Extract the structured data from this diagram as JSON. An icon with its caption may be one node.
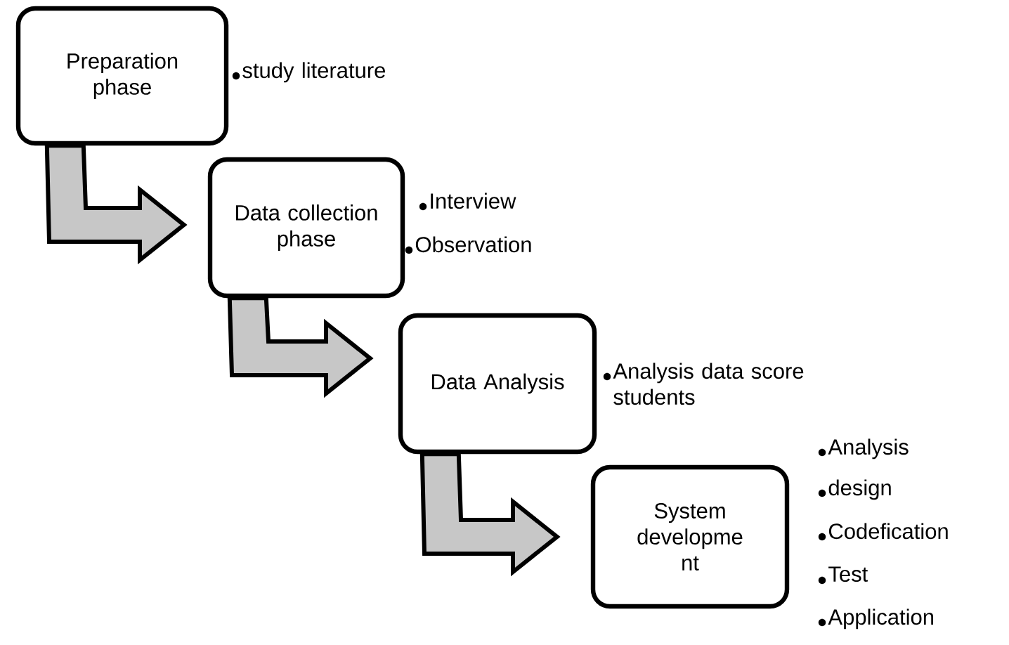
{
  "diagram": {
    "nodes": [
      {
        "text": [
          "Preparation phase"
        ],
        "beside": [
          "study literature"
        ]
      },
      {
        "text": [
          "Data collection phase"
        ],
        "beside": [
          "Interview",
          "Observation"
        ]
      },
      {
        "text": [
          "Data Analysis"
        ],
        "beside": [
          "Analysis data score students"
        ]
      },
      {
        "text": [
          "System developme nt"
        ],
        "beside": [
          "Analysis",
          "design",
          "Codefication",
          "Test",
          "Application"
        ]
      }
    ],
    "edges": [
      {
        "from": 0,
        "to": 1,
        "arrow": "to"
      },
      {
        "from": 1,
        "to": 2,
        "arrow": "to"
      },
      {
        "from": 2,
        "to": 3,
        "arrow": "to"
      }
    ]
  }
}
